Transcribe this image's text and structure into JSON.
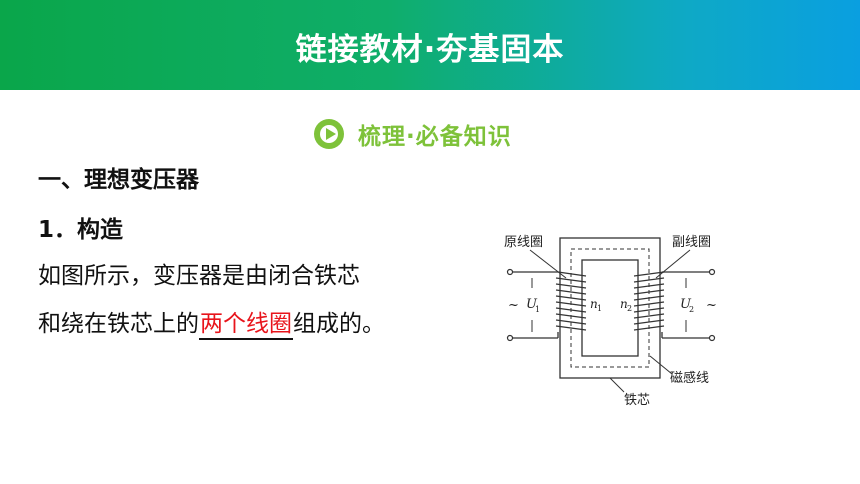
{
  "banner": {
    "title": "链接教材·夯基固本"
  },
  "section": {
    "title": "梳理·必备知识",
    "icon": "play-circle-icon"
  },
  "content": {
    "heading": "一、理想变压器",
    "subheading": "1．构造",
    "line1": "如图所示，变压器是由闭合铁芯",
    "line2_prefix": "和绕在铁芯上的",
    "blank_answer": "两个线圈",
    "line2_suffix": "组成的。"
  },
  "diagram": {
    "primary_coil": "原线圈",
    "secondary_coil": "副线圈",
    "magnetic_flux_lines": "磁感线",
    "iron_core": "铁芯",
    "ac_left": "~",
    "ac_right": "~",
    "u1_symbol": "U",
    "u1_sub": "1",
    "u2_symbol": "U",
    "u2_sub": "2",
    "n1_symbol": "n",
    "n1_sub": "1",
    "n2_symbol": "n",
    "n2_sub": "2"
  },
  "colors": {
    "accent_green": "#7ec23a",
    "answer_red": "#e8141b"
  }
}
